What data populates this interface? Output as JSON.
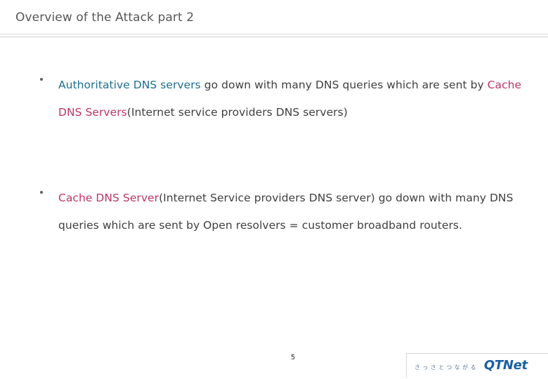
{
  "slide": {
    "title": "Overview of the Attack part 2",
    "page_number": "5",
    "accent_colors": {
      "blue": "#1d6f91",
      "red": "#bf3561",
      "body_text": "#3f3f3f",
      "title_text": "#575757",
      "logo_blue": "#1b5ea8"
    },
    "bullets": [
      {
        "marker": "•",
        "runs": [
          {
            "text": "Authoritative DNS servers",
            "style": "blue"
          },
          {
            "text": " go down with many DNS queries which are sent by ",
            "style": "plain"
          },
          {
            "text": "Cache DNS Servers",
            "style": "red"
          },
          {
            "text": "(Internet service providers DNS servers)",
            "style": "plain"
          }
        ]
      },
      {
        "marker": "•",
        "runs": [
          {
            "text": "Cache DNS Server",
            "style": "red"
          },
          {
            "text": "(Internet Service providers DNS server) go down with many DNS queries which are sent by Open resolvers = customer broadband routers.",
            "style": "plain"
          }
        ]
      }
    ],
    "logo": {
      "tagline": "さっさとつながる",
      "mark": "QTNet"
    }
  }
}
